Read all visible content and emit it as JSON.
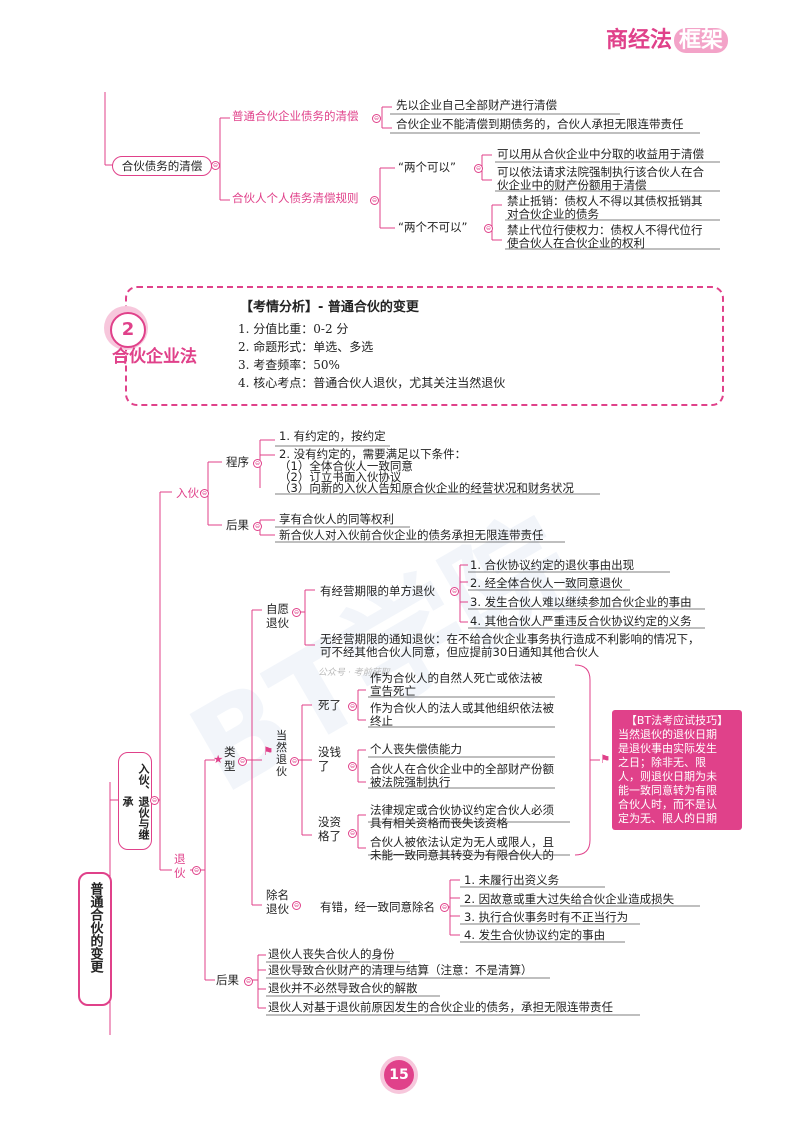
{
  "header": {
    "logo_text": "商经法",
    "logo_badge": "框架"
  },
  "top": {
    "root": "合伙债务的清偿",
    "b1": "普通合伙企业债务的清偿",
    "b1_items": [
      "先以企业自己全部财产进行清偿",
      "合伙企业不能清偿到期债务的，合伙人承担无限连带责任"
    ],
    "b2": "合伙人个人债务清偿规则",
    "b2a": "“两个可以”",
    "b2a_items": [
      "可以用从合伙企业中分取的收益用于清偿",
      "可以依法请求法院强制执行该合伙人在合",
      "伙企业中的财产份额用于清偿"
    ],
    "b2b": "“两个不可以”",
    "b2b_items": [
      "禁止抵销：债权人不得以其债权抵销其",
      "对合伙企业的债务",
      "禁止代位行使权力：债权人不得代位行",
      "使合伙人在合伙企业的权利"
    ]
  },
  "section": {
    "number": "2",
    "name": "合伙企业法",
    "analysis_title": "【考情分析】- 普通合伙的变更",
    "analysis": [
      "1. 分值比重：0-2 分",
      "2. 命题形式：单选、多选",
      "3. 考查频率：50%",
      "4. 核心考点：普通合伙人退伙，尤其关注当然退伙"
    ]
  },
  "mind": {
    "root": "普通合伙的变更",
    "sub": "入伙、退伙与继承",
    "join": "入伙",
    "join_proc": "程序",
    "join_proc_items": [
      "1. 有约定的，按约定",
      "2. 没有约定的，需要满足以下条件：",
      "（1）全体合伙人一致同意",
      "（2）订立书面入伙协议",
      "（3）向新的入伙人告知原合伙企业的经营状况和财务状况"
    ],
    "join_result": "后果",
    "join_result_items": [
      "享有合伙人的同等权利",
      "新合伙人对入伙前合伙企业的债务承担无限连带责任"
    ],
    "exit": "退伙",
    "type": "类型",
    "vol": "自愿退伙",
    "vol_fixed": "有经营期限的单方退伙",
    "vol_fixed_items": [
      "1. 合伙协议约定的退伙事由出现",
      "2. 经全体合伙人一致同意退伙",
      "3. 发生合伙人难以继续参加合伙企业的事由",
      "4. 其他合伙人严重违反合伙协议约定的义务"
    ],
    "vol_open": [
      "无经营期限的通知退伙：在不给合伙企业事务执行造成不利影响的情况下，",
      "可不经其他合伙人同意，但应提前30日通知其他合伙人"
    ],
    "stamp": "公众号 · 考前获取",
    "auto": "当然退伙",
    "dead": "死了",
    "dead_items": [
      "作为合伙人的自然人死亡或依法被",
      "宣告死亡",
      "作为合伙人的法人或其他组织依法被",
      "终止"
    ],
    "poor": "没钱了",
    "poor_items": [
      "个人丧失偿债能力",
      "合伙人在合伙企业中的全部财产份额",
      "被法院强制执行"
    ],
    "noq": "没资格了",
    "noq_items": [
      "法律规定或合伙协议约定合伙人必须",
      "具有相关资格而丧失该资格",
      "合伙人被依法认定为无人或限人，且",
      "未能一致同意其转变为有限合伙人的"
    ],
    "expel": "除名退伙",
    "expel_mid": "有错，经一致同意除名",
    "expel_items": [
      "1. 未履行出资义务",
      "2. 因故意或重大过失给合伙企业造成损失",
      "3. 执行合伙事务时有不正当行为",
      "4. 发生合伙协议约定的事由"
    ],
    "exit_result": "后果",
    "exit_result_items": [
      "退伙人丧失合伙人的身份",
      "退伙导致合伙财产的清理与结算（注意：不是清算）",
      "退伙并不必然导致合伙的解散",
      "退伙人对基于退伙前原因发生的合伙企业的债务，承担无限连带责任"
    ],
    "tip_title": "【BT法考应试技巧】",
    "tip_lines": [
      "当然退伙的退伙日期",
      "是退伙事由实际发生",
      "之日；除非无、限",
      "人，则退伙日期为未",
      "能一致同意转为有限",
      "合伙人时，而不是认",
      "定为无、限人的日期"
    ]
  },
  "page_number": "15",
  "watermark": "BT学院"
}
